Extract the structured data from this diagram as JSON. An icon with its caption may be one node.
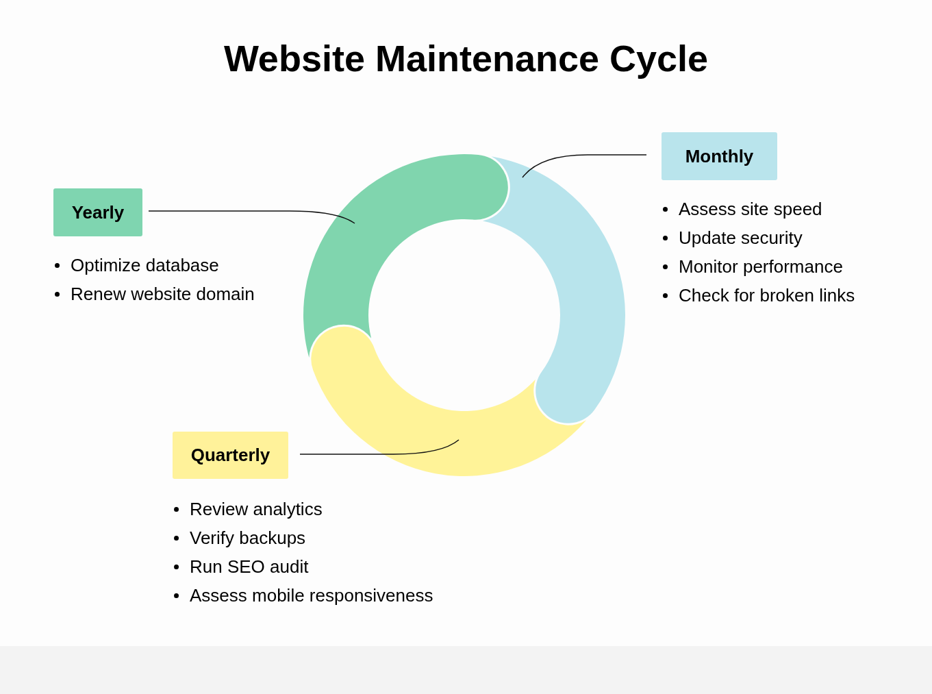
{
  "diagram": {
    "title": "Website Maintenance Cycle",
    "nodes": [
      {
        "text": [
          "Monthly"
        ],
        "beside": [
          "Assess site speed",
          "Update security",
          "Monitor performance",
          "Check for broken links"
        ]
      },
      {
        "text": [
          "Yearly"
        ],
        "beside": [
          "Optimize database",
          "Renew website domain"
        ]
      },
      {
        "text": [
          "Quarterly"
        ],
        "beside": [
          "Review analytics",
          "Verify backups",
          "Run SEO audit",
          "Assess mobile responsiveness"
        ]
      },
      {
        "text": [],
        "shape": "arc"
      },
      {
        "text": [],
        "shape": "arc"
      },
      {
        "text": [],
        "shape": "arc"
      }
    ],
    "edges": [
      {
        "from": 0,
        "to": 4,
        "arrow": "none"
      },
      {
        "from": 1,
        "to": 3,
        "arrow": "none"
      },
      {
        "from": 2,
        "to": 5,
        "arrow": "none"
      }
    ]
  }
}
